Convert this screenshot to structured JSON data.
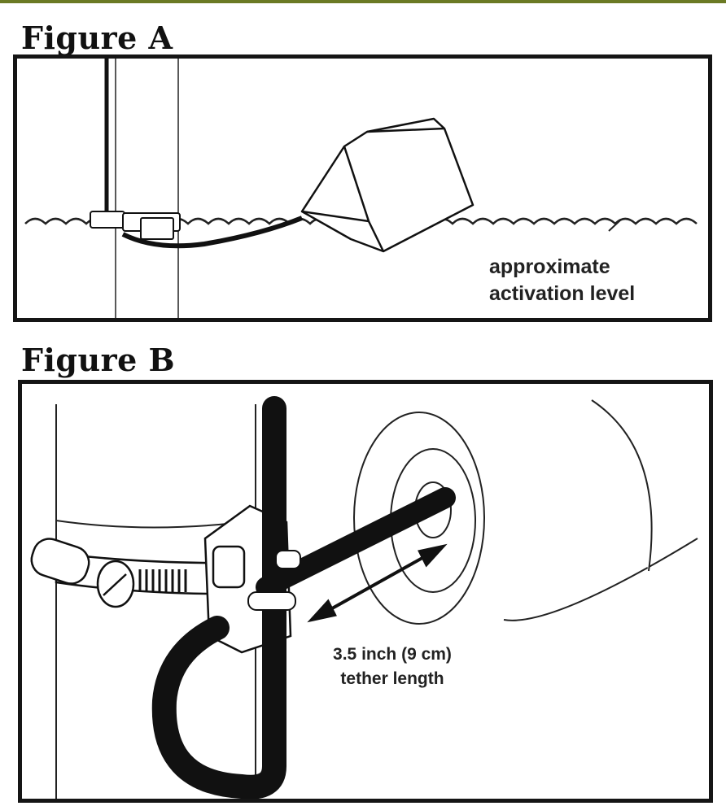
{
  "colors": {
    "top_bar": "#6b7a24",
    "ink": "#151515"
  },
  "figure_a": {
    "title": "Figure A",
    "label_line1": "approximate",
    "label_line2": "activation level"
  },
  "figure_b": {
    "title": "Figure B",
    "label_line1": "3.5 inch (9 cm)",
    "label_line2": "tether length"
  }
}
